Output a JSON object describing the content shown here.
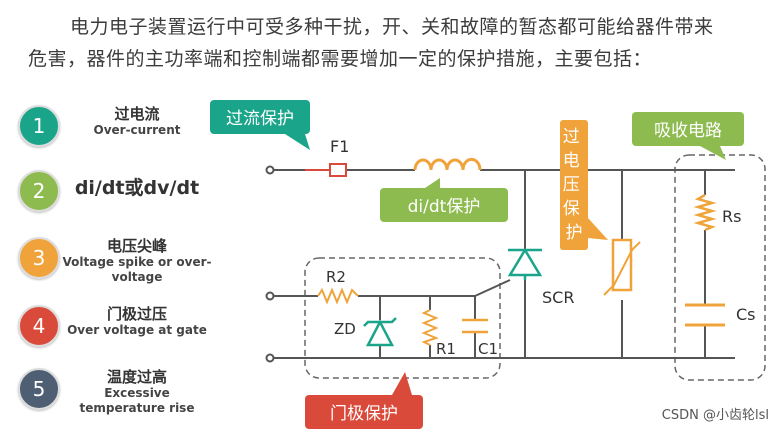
{
  "intro": {
    "line1": "电力电子装置运行中可受多种干扰，开、关和故障的暂态都可能给器件带来",
    "line2": "危害，器件的主功率端和控制端都需要增加一定的保护措施，主要包括："
  },
  "items": [
    {
      "num": "1",
      "cn": "过电流",
      "en": "Over-current",
      "color": "#1aa58a"
    },
    {
      "num": "2",
      "cn": "",
      "en": "di/dt或dv/dt",
      "color": "#8dbb4f"
    },
    {
      "num": "3",
      "cn": "电压尖峰",
      "en": "Voltage spike or over-voltage",
      "color": "#f0a33a"
    },
    {
      "num": "4",
      "cn": "门极过压",
      "en": "Over voltage at gate",
      "color": "#d94a3a"
    },
    {
      "num": "5",
      "cn": "温度过高",
      "en": "Excessive temperature rise",
      "color": "#4f5f73"
    }
  ],
  "callouts": {
    "overcurrent": "过流保护",
    "didt": "di/dt保护",
    "overvoltage": "过电压保护",
    "snubber": "吸收电路",
    "gate": "门极保护"
  },
  "components": {
    "fuse": "F1",
    "r2": "R2",
    "zd": "ZD",
    "r1": "R1",
    "c1": "C1",
    "scr": "SCR",
    "rs": "Rs",
    "cs": "Cs"
  },
  "watermark": "CSDN @小齿轮lsl",
  "colors": {
    "teal": "#1aa58a",
    "green": "#8dbb4f",
    "orange": "#f0a33a",
    "red": "#d94a3a",
    "slate": "#4f5f73",
    "wire": "#555555",
    "component": "#f0a33a"
  }
}
